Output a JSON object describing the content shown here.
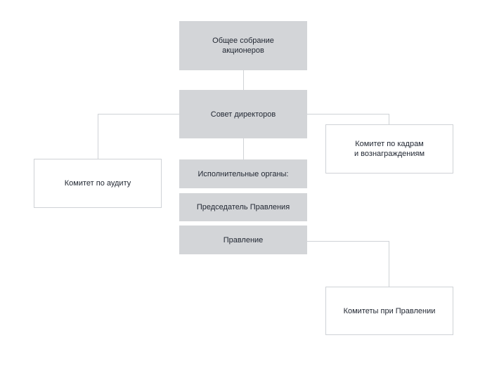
{
  "diagram": {
    "colors": {
      "filled_box": "#d3d5d8",
      "outline_border": "#cfd2d6",
      "connector": "#cfd2d6",
      "text": "#222833"
    },
    "nodes": {
      "general_meeting": "Общее собрание\nакционеров",
      "board_of_directors": "Совет директоров",
      "executive_bodies": "Исполнительные органы:",
      "chairman": "Председатель Правления",
      "management_board": "Правление",
      "audit_committee": "Комитет по аудиту",
      "hr_committee": "Комитет по кадрам\nи вознаграждениям",
      "management_committees": "Комитеты при Правлении"
    },
    "edges": [
      {
        "from": "general_meeting",
        "to": "board_of_directors"
      },
      {
        "from": "board_of_directors",
        "to": "audit_committee"
      },
      {
        "from": "board_of_directors",
        "to": "hr_committee"
      },
      {
        "from": "board_of_directors",
        "to": "executive_bodies"
      },
      {
        "from": "management_board",
        "to": "management_committees"
      }
    ]
  }
}
